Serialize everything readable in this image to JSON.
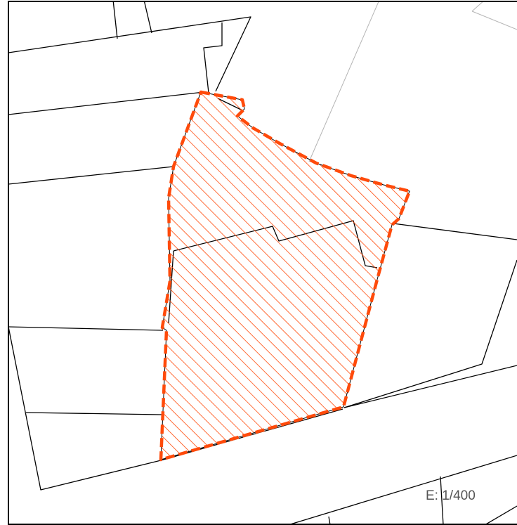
{
  "map": {
    "scale_label": "E: 1/400",
    "colors": {
      "background": "#ffffff",
      "parcel_line": "#000000",
      "faint_line": "#b4b4b4",
      "highlight": "#ff4a0a"
    },
    "highlight_pattern": "diagonal-hatch",
    "highlight_border": "dashed"
  }
}
